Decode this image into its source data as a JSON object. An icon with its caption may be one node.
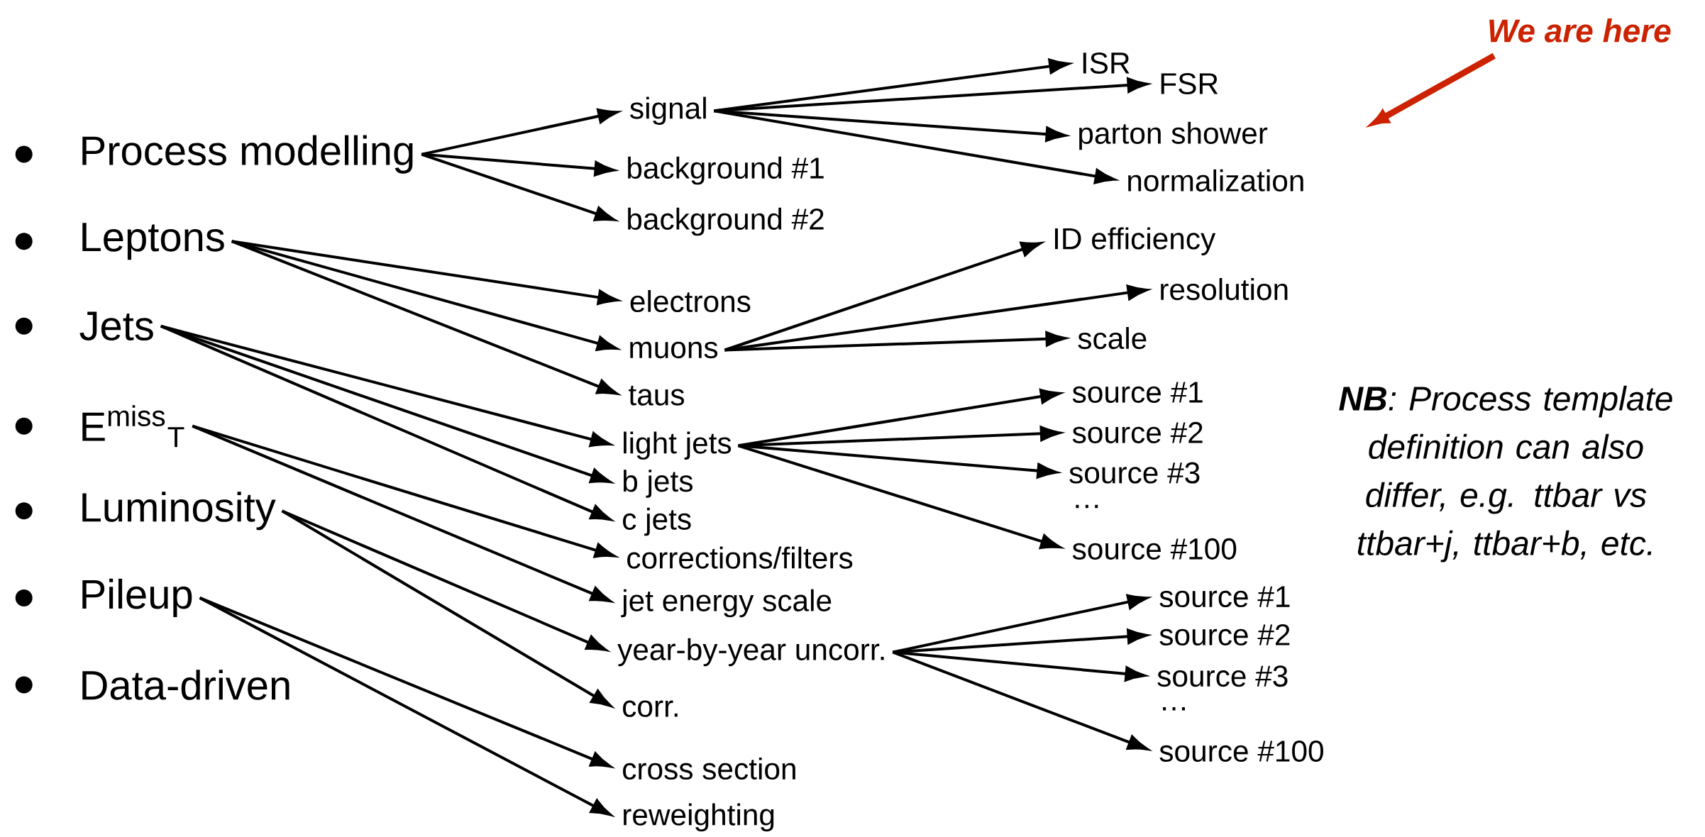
{
  "diagram": {
    "nodes": [
      {
        "text": [
          "Process modelling"
        ]
      },
      {
        "text": [
          "Leptons"
        ]
      },
      {
        "text": [
          "Jets"
        ]
      },
      {
        "text": [
          "E$^{miss}$$_{T}$"
        ]
      },
      {
        "text": [
          "Luminosity"
        ]
      },
      {
        "text": [
          "Pileup"
        ]
      },
      {
        "text": [
          "Data-driven"
        ]
      },
      {
        "text": [
          "signal"
        ]
      },
      {
        "text": [
          "background #1"
        ]
      },
      {
        "text": [
          "background #2"
        ]
      },
      {
        "text": [
          "electrons"
        ]
      },
      {
        "text": [
          "muons"
        ]
      },
      {
        "text": [
          "taus"
        ]
      },
      {
        "text": [
          "light jets"
        ]
      },
      {
        "text": [
          "b jets"
        ]
      },
      {
        "text": [
          "c jets"
        ]
      },
      {
        "text": [
          "corrections/filters"
        ]
      },
      {
        "text": [
          "jet energy scale"
        ]
      },
      {
        "text": [
          "year-by-year uncorr."
        ]
      },
      {
        "text": [
          "corr."
        ]
      },
      {
        "text": [
          "cross section"
        ]
      },
      {
        "text": [
          "reweighting"
        ]
      },
      {
        "text": [
          "ISR"
        ]
      },
      {
        "text": [
          "FSR"
        ]
      },
      {
        "text": [
          "parton shower"
        ]
      },
      {
        "text": [
          "normalization"
        ]
      },
      {
        "text": [
          "ID efficiency"
        ]
      },
      {
        "text": [
          "resolution"
        ]
      },
      {
        "text": [
          "scale"
        ]
      },
      {
        "text": [
          "source #1"
        ]
      },
      {
        "text": [
          "source #2"
        ]
      },
      {
        "text": [
          "source #3"
        ]
      },
      {
        "text": [
          "source #100"
        ]
      },
      {
        "text": [
          "source #1"
        ]
      },
      {
        "text": [
          "source #2"
        ]
      },
      {
        "text": [
          "source #3"
        ]
      },
      {
        "text": [
          "source #100"
        ]
      },
      {
        "text": [
          "We are here"
        ]
      }
    ],
    "edges": [
      {
        "from": 0,
        "to": 7,
        "arrow": "to"
      },
      {
        "from": 0,
        "to": 8,
        "arrow": "to"
      },
      {
        "from": 0,
        "to": 9,
        "arrow": "to"
      },
      {
        "from": 7,
        "to": 22,
        "arrow": "to"
      },
      {
        "from": 7,
        "to": 23,
        "arrow": "to"
      },
      {
        "from": 7,
        "to": 24,
        "arrow": "to"
      },
      {
        "from": 7,
        "to": 25,
        "arrow": "to"
      },
      {
        "from": 1,
        "to": 10,
        "arrow": "to"
      },
      {
        "from": 1,
        "to": 11,
        "arrow": "to"
      },
      {
        "from": 1,
        "to": 12,
        "arrow": "to"
      },
      {
        "from": 11,
        "to": 26,
        "arrow": "to"
      },
      {
        "from": 11,
        "to": 27,
        "arrow": "to"
      },
      {
        "from": 11,
        "to": 28,
        "arrow": "to"
      },
      {
        "from": 2,
        "to": 13,
        "arrow": "to"
      },
      {
        "from": 2,
        "to": 14,
        "arrow": "to"
      },
      {
        "from": 2,
        "to": 15,
        "arrow": "to"
      },
      {
        "from": 3,
        "to": 16,
        "arrow": "to"
      },
      {
        "from": 3,
        "to": 17,
        "arrow": "to"
      },
      {
        "from": 13,
        "to": 29,
        "arrow": "to"
      },
      {
        "from": 13,
        "to": 30,
        "arrow": "to"
      },
      {
        "from": 13,
        "to": 31,
        "arrow": "to"
      },
      {
        "from": 13,
        "to": 32,
        "arrow": "to"
      },
      {
        "from": 4,
        "to": 18,
        "arrow": "to"
      },
      {
        "from": 4,
        "to": 19,
        "arrow": "to"
      },
      {
        "from": 18,
        "to": 33,
        "arrow": "to"
      },
      {
        "from": 18,
        "to": 34,
        "arrow": "to"
      },
      {
        "from": 18,
        "to": 35,
        "arrow": "to"
      },
      {
        "from": 18,
        "to": 36,
        "arrow": "to"
      },
      {
        "from": 5,
        "to": 20,
        "arrow": "to"
      },
      {
        "from": 5,
        "to": 21,
        "arrow": "to"
      },
      {
        "from": 37,
        "to": null,
        "arrow": "to",
        "style": "thick",
        "color": "#cc2200"
      }
    ],
    "labels": [
      "**NB**: Process template definition can also differ, e.g. ttbar vs ttbar+j, ttbar+b, etc.",
      "…",
      "…"
    ]
  }
}
